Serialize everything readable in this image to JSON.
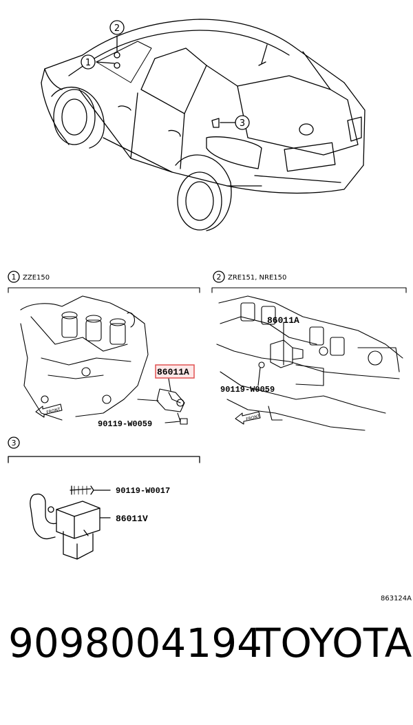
{
  "callouts": {
    "c1": "1",
    "c2": "2",
    "c3": "3"
  },
  "sections": {
    "s1": {
      "number": "1",
      "title": "ZZE150"
    },
    "s2": {
      "number": "2",
      "title": "ZRE151, NRE150"
    },
    "s3": {
      "number": "3"
    }
  },
  "parts": {
    "s1_sensor": "86011A",
    "s1_bolt": "90119-W0059",
    "s1_front": "FRONT",
    "s2_sensor": "86011A",
    "s2_bolt": "90119-W0059",
    "s2_front": "FRONT",
    "s3_bolt": "90119-W0017",
    "s3_sensor": "86011V"
  },
  "diagram_code": "863124A",
  "footer": {
    "part_number": "9098004194",
    "brand": "TOYOTA"
  },
  "colors": {
    "line": "#000000",
    "highlight": "#e05050"
  }
}
